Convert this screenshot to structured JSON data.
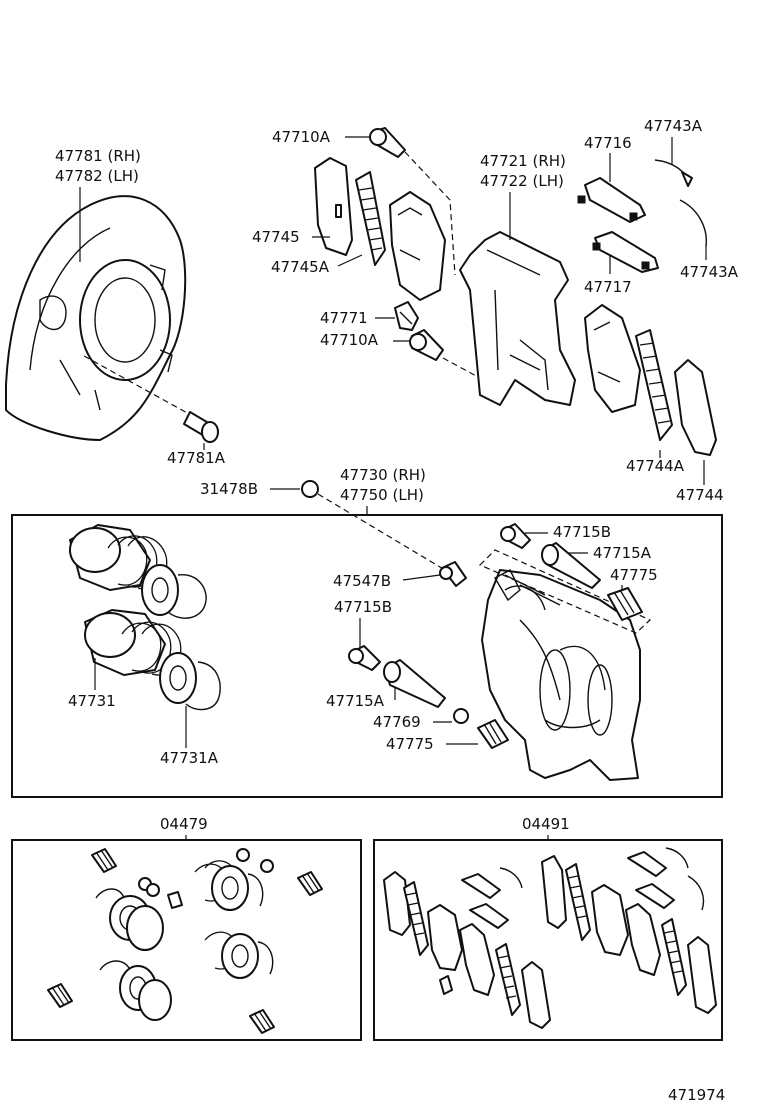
{
  "labels": {
    "l47781": "47781 (RH)",
    "l47782": "47782 (LH)",
    "l47781A": "47781A",
    "l47710A_top": "47710A",
    "l47745": "47745",
    "l47745A": "47745A",
    "l47771": "47771",
    "l47710A_mid": "47710A",
    "l47721": "47721 (RH)",
    "l47722": "47722 (LH)",
    "l47716": "47716",
    "l47717": "47717",
    "l47743A_top": "47743A",
    "l47743A_bot": "47743A",
    "l47744A": "47744A",
    "l47744": "47744",
    "l31478B": "31478B",
    "l47730": "47730 (RH)",
    "l47750": "47750 (LH)",
    "l47547B": "47547B",
    "l47715B_top": "47715B",
    "l47715A_top": "47715A",
    "l47775_top": "47775",
    "l47715B_mid": "47715B",
    "l47715A_mid": "47715A",
    "l47769": "47769",
    "l47775_bot": "47775",
    "l47731": "47731",
    "l47731A": "47731A",
    "l04479": "04479",
    "l04491": "04491",
    "diagram_id": "471974"
  }
}
